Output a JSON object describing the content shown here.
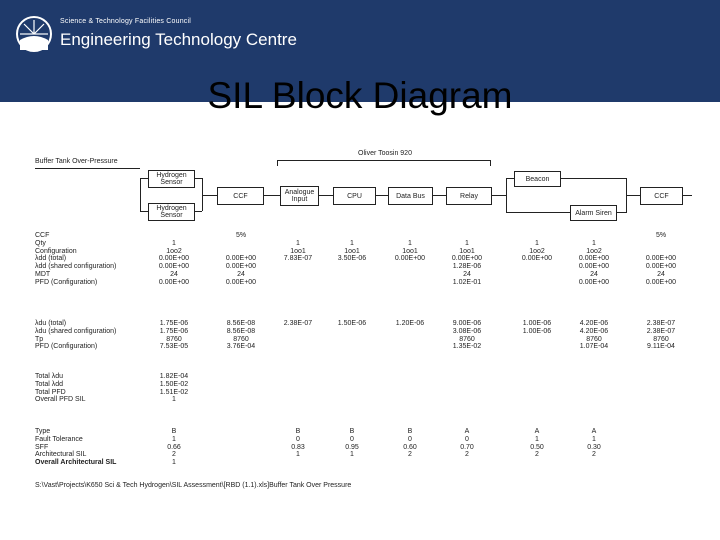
{
  "header": {
    "org_small": "Science & Technology Facilities Council",
    "org_large": "Engineering Technology Centre"
  },
  "title": "SIL Block Diagram",
  "diagram": {
    "path_label": "Buffer Tank Over-Pressure",
    "group_label": "Oliver Toosin 920",
    "blocks": {
      "hydrogen_sensor_1": "Hydrogen Sensor",
      "hydrogen_sensor_2": "Hydrogen Sensor",
      "ccf_1": "CCF",
      "analogue_input": "Analogue Input",
      "cpu": "CPU",
      "data_bus": "Data Bus",
      "relay": "Relay",
      "beacon": "Beacon",
      "alarm_siren": "Alarm Siren",
      "ccf_2": "CCF"
    }
  },
  "table": {
    "section1": {
      "labels": [
        "CCF",
        "Qty",
        "Configuration",
        "λdd (total)",
        "λdd (shared configuration)",
        "MDT",
        "PFD (Configuration)"
      ],
      "cols": [
        [
          "",
          "1",
          "1oo2",
          "0.00E+00",
          "0.00E+00",
          "24",
          "0.00E+00"
        ],
        [
          "5%",
          "",
          "",
          "0.00E+00",
          "0.00E+00",
          "24",
          "0.00E+00"
        ],
        [
          "",
          "1",
          "1oo1",
          "7.83E-07",
          "",
          "",
          ""
        ],
        [
          "",
          "1",
          "1oo1",
          "3.50E-06",
          "",
          "",
          ""
        ],
        [
          "",
          "1",
          "1oo1",
          "0.00E+00",
          "",
          "",
          ""
        ],
        [
          "",
          "1",
          "1oo1",
          "0.00E+00",
          "1.28E-06",
          "24",
          "1.02E-01"
        ],
        [
          "",
          "1",
          "1oo2",
          "0.00E+00",
          "",
          "",
          ""
        ],
        [
          "",
          "1",
          "1oo2",
          "0.00E+00",
          "0.00E+00",
          "24",
          "0.00E+00"
        ],
        [
          "5%",
          "",
          "",
          "0.00E+00",
          "0.00E+00",
          "24",
          "0.00E+00"
        ]
      ]
    },
    "section2": {
      "labels": [
        "λdu (total)",
        "λdu (shared configuration)",
        "Tp",
        "PFD (Configuration)"
      ],
      "cols": [
        [
          "1.75E-06",
          "1.75E-06",
          "8760",
          "7.53E-05"
        ],
        [
          "8.56E-08",
          "8.56E-08",
          "8760",
          "3.76E-04"
        ],
        [
          "2.38E-07",
          "",
          "",
          ""
        ],
        [
          "1.50E-06",
          "",
          "",
          ""
        ],
        [
          "1.20E-06",
          "",
          "",
          ""
        ],
        [
          "9.00E-06",
          "3.08E-06",
          "8760",
          "1.35E-02"
        ],
        [
          "1.00E-06",
          "1.00E-06",
          "",
          ""
        ],
        [
          "4.20E-06",
          "4.20E-06",
          "8760",
          "1.07E-04"
        ],
        [
          "2.38E-07",
          "2.38E-07",
          "8760",
          "9.11E-04"
        ]
      ]
    },
    "totals": {
      "labels": [
        "Total λdu",
        "Total λdd",
        "Total PFD",
        "Overall PFD SIL"
      ],
      "values": [
        "1.82E-04",
        "1.50E-02",
        "1.51E-02",
        "1"
      ]
    },
    "section3": {
      "labels": [
        "Type",
        "Fault Tolerance",
        "SFF",
        "Architectural SIL",
        "Overall Architectural SIL"
      ],
      "cols": [
        [
          "B",
          "1",
          "0.66",
          "2",
          "1"
        ],
        [
          "B",
          "0",
          "0.83",
          "1",
          ""
        ],
        [
          "B",
          "0",
          "0.95",
          "1",
          ""
        ],
        [
          "B",
          "0",
          "0.60",
          "2",
          ""
        ],
        [
          "A",
          "0",
          "0.70",
          "2",
          ""
        ],
        [
          "A",
          "1",
          "0.50",
          "2",
          ""
        ],
        [
          "A",
          "1",
          "0.30",
          "2",
          ""
        ]
      ]
    },
    "footer_path": "S:\\Vast\\Projects\\K650 Sci & Tech Hydrogen\\SIL Assessment\\[RBD (1.1).xls]Buffer Tank Over Pressure"
  }
}
